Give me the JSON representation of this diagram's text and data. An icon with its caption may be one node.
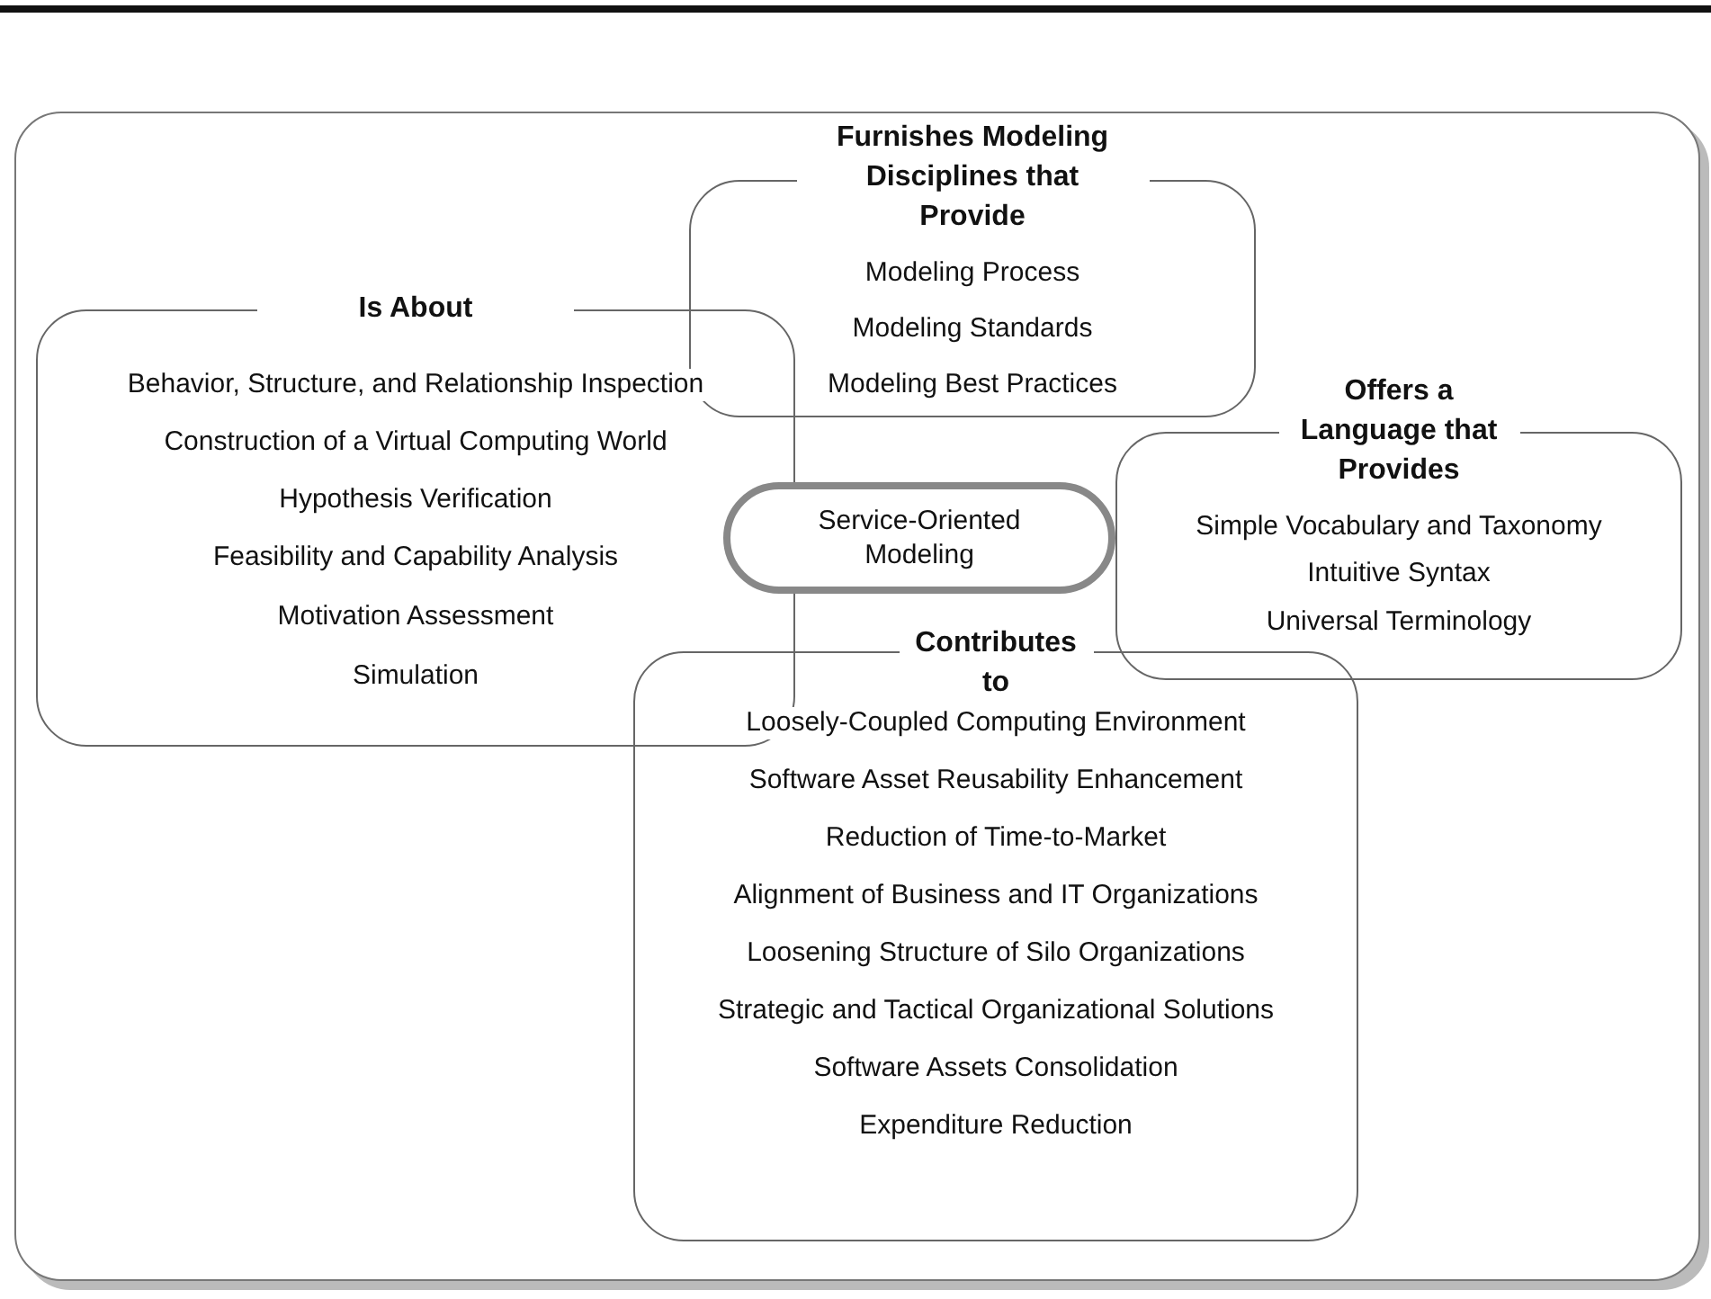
{
  "diagram": {
    "nodes": [
      {
        "text": [
          "Furnishes Modeling Disciplines that Provide",
          "Modeling Process",
          "Modeling Standards",
          "Modeling Best Practices"
        ]
      },
      {
        "text": [
          "Is About",
          "Behavior, Structure, and Relationship Inspection",
          "Construction of a Virtual Computing World",
          "Hypothesis Verification",
          "Feasibility and Capability Analysis",
          "Motivation Assessment",
          "Simulation"
        ]
      },
      {
        "text": [
          "Service-Oriented Modeling"
        ]
      },
      {
        "text": [
          "Offers a Language that Provides",
          "Simple Vocabulary and Taxonomy",
          "Intuitive Syntax",
          "Universal Terminology"
        ]
      },
      {
        "text": [
          "Contributes to",
          "Loosely-Coupled Computing Environment",
          "Software Asset Reusability Enhancement",
          "Reduction of Time-to-Market",
          "Alignment of Business and IT Organizations",
          "Loosening Structure of Silo Organizations",
          "Strategic and Tactical Organizational Solutions",
          "Software Assets Consolidation",
          "Expenditure Reduction"
        ]
      }
    ]
  }
}
